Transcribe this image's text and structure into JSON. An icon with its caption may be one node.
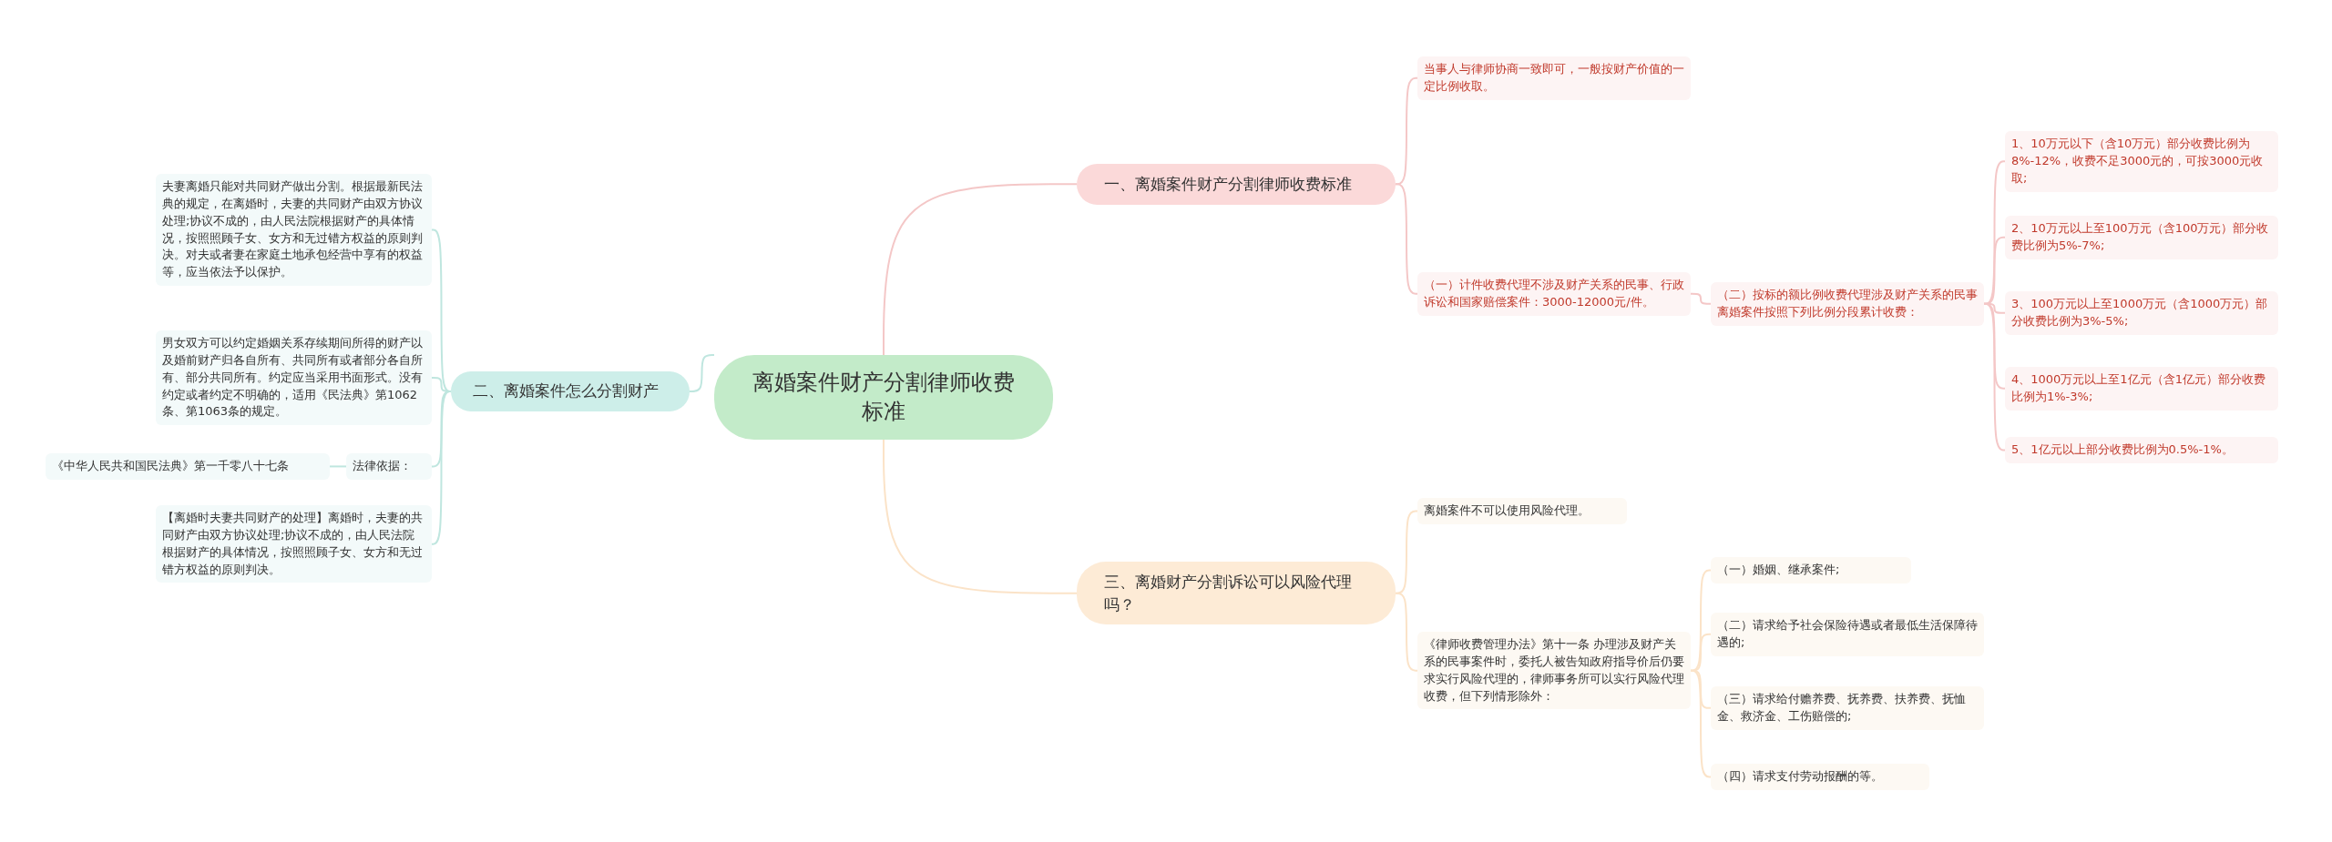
{
  "diagram": {
    "nodes": [
      {
        "text": [
          "离婚案件财产分割律师收费标准"
        ]
      },
      {
        "text": [
          "一、离婚案件财产分割律师收费标准"
        ]
      },
      {
        "text": [
          "当事人与律师协商一致即可，一般按财产价值的一定比例收取。"
        ]
      },
      {
        "text": [
          "（一）计件收费代理不涉及财产关系的民事、行政诉讼和国家赔偿案件：3000-12000元/件。"
        ]
      },
      {
        "text": [
          "（二）按标的额比例收费代理涉及财产关系的民事离婚案件按照下列比例分段累计收费："
        ]
      },
      {
        "text": [
          "1、10万元以下（含10万元）部分收费比例为8%-12%，收费不足3000元的，可按3000元收取;"
        ]
      },
      {
        "text": [
          "2、10万元以上至100万元（含100万元）部分收费比例为5%-7%;"
        ]
      },
      {
        "text": [
          "3、100万元以上至1000万元（含1000万元）部分收费比例为3%-5%;"
        ]
      },
      {
        "text": [
          "4、1000万元以上至1亿元（含1亿元）部分收费比例为1%-3%;"
        ]
      },
      {
        "text": [
          "5、1亿元以上部分收费比例为0.5%-1%。"
        ]
      },
      {
        "text": [
          "二、离婚案件怎么分割财产"
        ]
      },
      {
        "text": [
          "夫妻离婚只能对共同财产做出分割。根据最新民法典的规定，在离婚时，夫妻的共同财产由双方协议处理;协议不成的，由人民法院根据财产的具体情况，按照照顾子女、女方和无过错方权益的原则判决。对夫或者妻在家庭土地承包经营中享有的权益等，应当依法予以保护。"
        ]
      },
      {
        "text": [
          "男女双方可以约定婚姻关系存续期间所得的财产以及婚前财产归各自所有、共同所有或者部分各自所有、部分共同所有。约定应当采用书面形式。没有约定或者约定不明确的，适用《民法典》第1062条、第1063条的规定。"
        ]
      },
      {
        "text": [
          "法律依据："
        ]
      },
      {
        "text": [
          "《中华人民共和国民法典》第一千零八十七条"
        ]
      },
      {
        "text": [
          "【离婚时夫妻共同财产的处理】离婚时，夫妻的共同财产由双方协议处理;协议不成的，由人民法院根据财产的具体情况，按照照顾子女、女方和无过错方权益的原则判决。"
        ]
      },
      {
        "text": [
          "三、离婚财产分割诉讼可以风险代理吗？"
        ]
      },
      {
        "text": [
          "离婚案件不可以使用风险代理。"
        ]
      },
      {
        "text": [
          "《律师收费管理办法》第十一条 办理涉及财产关系的民事案件时，委托人被告知政府指导价后仍要求实行风险代理的，律师事务所可以实行风险代理收费，但下列情形除外："
        ]
      },
      {
        "text": [
          "（一）婚姻、继承案件;"
        ]
      },
      {
        "text": [
          "（二）请求给予社会保险待遇或者最低生活保障待遇的;"
        ]
      },
      {
        "text": [
          "（三）请求给付赡养费、抚养费、扶养费、抚恤金、救济金、工伤赔偿的;"
        ]
      },
      {
        "text": [
          "（四）请求支付劳动报酬的等。"
        ]
      }
    ],
    "edges": [
      {
        "from": 0,
        "to": 1,
        "arrow": "none",
        "color": "#f4c7c7"
      },
      {
        "from": 1,
        "to": 2,
        "arrow": "none",
        "color": "#f4c7c7"
      },
      {
        "from": 1,
        "to": 3,
        "arrow": "none",
        "color": "#f4c7c7"
      },
      {
        "from": 3,
        "to": 4,
        "arrow": "none",
        "color": "#f4c7c7"
      },
      {
        "from": 4,
        "to": 5,
        "arrow": "none",
        "color": "#f4c7c7"
      },
      {
        "from": 4,
        "to": 6,
        "arrow": "none",
        "color": "#f4c7c7"
      },
      {
        "from": 4,
        "to": 7,
        "arrow": "none",
        "color": "#f4c7c7"
      },
      {
        "from": 4,
        "to": 8,
        "arrow": "none",
        "color": "#f4c7c7"
      },
      {
        "from": 4,
        "to": 9,
        "arrow": "none",
        "color": "#f4c7c7"
      },
      {
        "from": 0,
        "to": 10,
        "arrow": "none",
        "color": "#bfe6df"
      },
      {
        "from": 10,
        "to": 11,
        "arrow": "none",
        "color": "#bfe6df"
      },
      {
        "from": 10,
        "to": 12,
        "arrow": "none",
        "color": "#bfe6df"
      },
      {
        "from": 10,
        "to": 13,
        "arrow": "none",
        "color": "#bfe6df"
      },
      {
        "from": 13,
        "to": 14,
        "arrow": "none",
        "color": "#bfe6df"
      },
      {
        "from": 10,
        "to": 15,
        "arrow": "none",
        "color": "#bfe6df"
      },
      {
        "from": 0,
        "to": 16,
        "arrow": "none",
        "color": "#fbe3c8"
      },
      {
        "from": 16,
        "to": 17,
        "arrow": "none",
        "color": "#fbe3c8"
      },
      {
        "from": 16,
        "to": 18,
        "arrow": "none",
        "color": "#fbe3c8"
      },
      {
        "from": 18,
        "to": 19,
        "arrow": "none",
        "color": "#fbe3c8"
      },
      {
        "from": 18,
        "to": 20,
        "arrow": "none",
        "color": "#fbe3c8"
      },
      {
        "from": 18,
        "to": 21,
        "arrow": "none",
        "color": "#fbe3c8"
      },
      {
        "from": 18,
        "to": 22,
        "arrow": "none",
        "color": "#fbe3c8"
      }
    ]
  }
}
